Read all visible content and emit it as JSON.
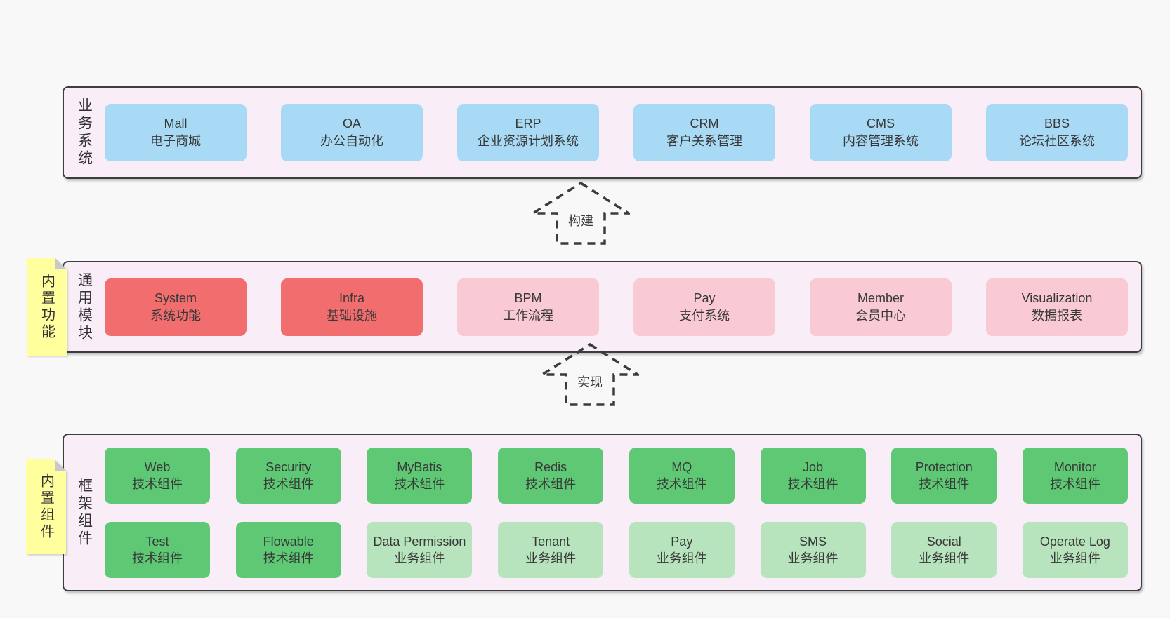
{
  "layers": {
    "business": {
      "label": "业务系统",
      "boxes": [
        {
          "title": "Mall",
          "subtitle": "电子商城"
        },
        {
          "title": "OA",
          "subtitle": "办公自动化"
        },
        {
          "title": "ERP",
          "subtitle": "企业资源计划系统"
        },
        {
          "title": "CRM",
          "subtitle": "客户关系管理"
        },
        {
          "title": "CMS",
          "subtitle": "内容管理系统"
        },
        {
          "title": "BBS",
          "subtitle": "论坛社区系统"
        }
      ]
    },
    "modules": {
      "label": "通用模块",
      "note": "内置功能",
      "boxes": [
        {
          "title": "System",
          "subtitle": "系统功能"
        },
        {
          "title": "Infra",
          "subtitle": "基础设施"
        },
        {
          "title": "BPM",
          "subtitle": "工作流程"
        },
        {
          "title": "Pay",
          "subtitle": "支付系统"
        },
        {
          "title": "Member",
          "subtitle": "会员中心"
        },
        {
          "title": "Visualization",
          "subtitle": "数据报表"
        }
      ]
    },
    "components": {
      "label": "框架组件",
      "note": "内置组件",
      "row1": [
        {
          "title": "Web",
          "subtitle": "技术组件"
        },
        {
          "title": "Security",
          "subtitle": "技术组件"
        },
        {
          "title": "MyBatis",
          "subtitle": "技术组件"
        },
        {
          "title": "Redis",
          "subtitle": "技术组件"
        },
        {
          "title": "MQ",
          "subtitle": "技术组件"
        },
        {
          "title": "Job",
          "subtitle": "技术组件"
        },
        {
          "title": "Protection",
          "subtitle": "技术组件"
        },
        {
          "title": "Monitor",
          "subtitle": "技术组件"
        }
      ],
      "row2": [
        {
          "title": "Test",
          "subtitle": "技术组件"
        },
        {
          "title": "Flowable",
          "subtitle": "技术组件"
        },
        {
          "title": "Data Permission",
          "subtitle": "业务组件"
        },
        {
          "title": "Tenant",
          "subtitle": "业务组件"
        },
        {
          "title": "Pay",
          "subtitle": "业务组件"
        },
        {
          "title": "SMS",
          "subtitle": "业务组件"
        },
        {
          "title": "Social",
          "subtitle": "业务组件"
        },
        {
          "title": "Operate Log",
          "subtitle": "业务组件"
        }
      ]
    }
  },
  "arrows": {
    "build": {
      "label": "构建"
    },
    "implement": {
      "label": "实现"
    }
  },
  "colors": {
    "blue": "#a9daf5",
    "red": "#f16d6e",
    "pink": "#f9c9d4",
    "green": "#5ec874",
    "lightGreen": "#b7e3bd",
    "yellow": "#ffff9d",
    "panel": "#f9eef7",
    "border": "#3d3d3d",
    "background": "#f8f8f8"
  }
}
